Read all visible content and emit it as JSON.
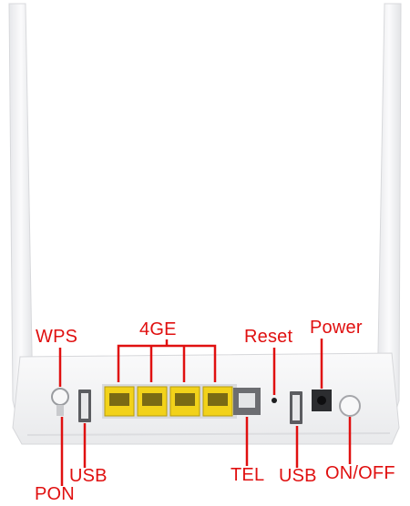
{
  "labels": {
    "wps": "WPS",
    "ge": "4GE",
    "reset": "Reset",
    "power": "Power",
    "pon": "PON",
    "usb_left": "USB",
    "tel": "TEL",
    "usb_right": "USB",
    "on_off": "ON/OFF"
  },
  "colors": {
    "label": "#e01010",
    "device_body": "#f3f4f6",
    "ethernet_port": "#f2d21a",
    "antenna": "#f4f5f7"
  }
}
